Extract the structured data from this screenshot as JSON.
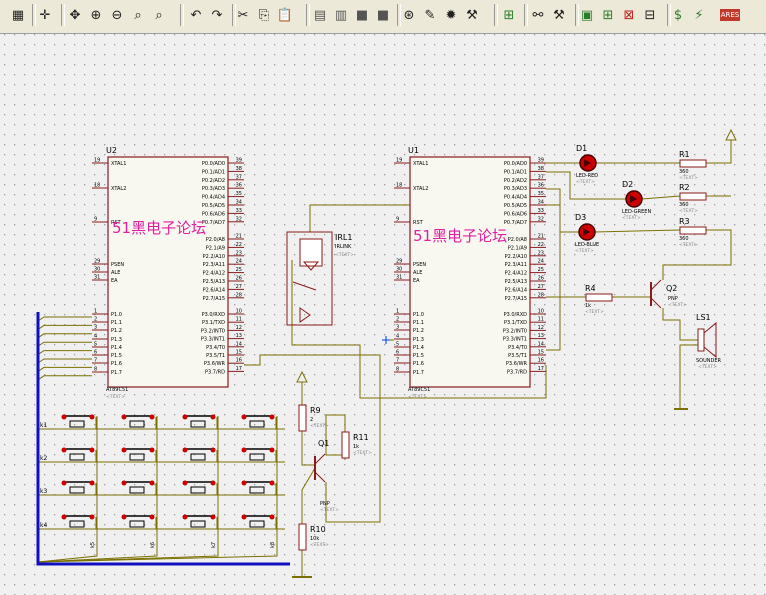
{
  "toolbar": {
    "buttons": [
      {
        "name": "grid-toggle-button",
        "icon": "grid-icon",
        "glyph": "▦"
      },
      {
        "name": "origin-button",
        "icon": "origin-icon",
        "glyph": "✛"
      },
      {
        "name": "pan-button",
        "icon": "pan-icon",
        "glyph": "✥"
      },
      {
        "name": "zoom-in-button",
        "icon": "zoom-in-icon",
        "glyph": "⊕"
      },
      {
        "name": "zoom-out-button",
        "icon": "zoom-out-icon",
        "glyph": "⊖"
      },
      {
        "name": "zoom-all-button",
        "icon": "zoom-all-icon",
        "glyph": "⌕"
      },
      {
        "name": "zoom-area-button",
        "icon": "zoom-area-icon",
        "glyph": "⌕"
      },
      {
        "name": "undo-button",
        "icon": "undo-icon",
        "glyph": "↶"
      },
      {
        "name": "redo-button",
        "icon": "redo-icon",
        "glyph": "↷"
      },
      {
        "name": "cut-button",
        "icon": "cut-icon",
        "glyph": "✂"
      },
      {
        "name": "copy-button",
        "icon": "copy-icon",
        "glyph": "⎘"
      },
      {
        "name": "paste-button",
        "icon": "paste-icon",
        "glyph": "📋"
      },
      {
        "name": "block-copy-button",
        "icon": "block-copy-icon",
        "glyph": "▤"
      },
      {
        "name": "block-move-button",
        "icon": "block-move-icon",
        "glyph": "▥"
      },
      {
        "name": "block-rotate-button",
        "icon": "block-rotate-icon",
        "glyph": "■"
      },
      {
        "name": "block-delete-button",
        "icon": "block-delete-icon",
        "glyph": "■"
      },
      {
        "name": "pick-device-button",
        "icon": "pick-device-icon",
        "glyph": "⊛"
      },
      {
        "name": "make-device-button",
        "icon": "make-device-icon",
        "glyph": "✎"
      },
      {
        "name": "packaging-button",
        "icon": "packaging-icon",
        "glyph": "✹"
      },
      {
        "name": "decompose-button",
        "icon": "decompose-icon",
        "glyph": "⚒"
      },
      {
        "name": "wire-autorouter-button",
        "icon": "wire-autorouter-icon",
        "glyph": "⊞"
      },
      {
        "name": "search-tag-button",
        "icon": "binoculars-icon",
        "glyph": "⚯"
      },
      {
        "name": "property-tool-button",
        "icon": "property-tool-icon",
        "glyph": "⚒"
      },
      {
        "name": "new-sheet-button",
        "icon": "new-sheet-icon",
        "glyph": "▣"
      },
      {
        "name": "add-sheet-button",
        "icon": "add-sheet-icon",
        "glyph": "⊞"
      },
      {
        "name": "remove-sheet-button",
        "icon": "remove-sheet-icon",
        "glyph": "⊠"
      },
      {
        "name": "goto-child-button",
        "icon": "goto-child-icon",
        "glyph": "⊟"
      },
      {
        "name": "bill-of-materials-button",
        "icon": "bom-icon",
        "glyph": "$"
      },
      {
        "name": "electrical-rule-check-button",
        "icon": "erc-icon",
        "glyph": "⚡"
      },
      {
        "name": "netlist-to-ares-button",
        "icon": "ares-icon",
        "glyph": "ARES"
      }
    ]
  },
  "colors": {
    "wire": "#7b7000",
    "component": "#8b1a1a",
    "pin": "#8b1a1a",
    "background": "#f0f0f0",
    "grid": "#9a9a9a",
    "bus": "#1010c0",
    "led_red": "#cc0000",
    "watermark": "#e020a0"
  },
  "u2": {
    "ref": "U2",
    "part": "AT89C51",
    "text": "<TEXT>",
    "left_pins": [
      [
        "19",
        "XTAL1"
      ],
      [
        "18",
        "XTAL2"
      ],
      [
        "9",
        "RST"
      ],
      [
        "29",
        "PSEN"
      ],
      [
        "30",
        "ALE"
      ],
      [
        "31",
        "EA"
      ],
      [
        "1",
        "P1.0"
      ],
      [
        "2",
        "P1.1"
      ],
      [
        "3",
        "P1.2"
      ],
      [
        "4",
        "P1.3"
      ],
      [
        "5",
        "P1.4"
      ],
      [
        "6",
        "P1.5"
      ],
      [
        "7",
        "P1.6"
      ],
      [
        "8",
        "P1.7"
      ]
    ],
    "right_pins": [
      [
        "39",
        "P0.0/AD0"
      ],
      [
        "38",
        "P0.1/AD1"
      ],
      [
        "37",
        "P0.2/AD2"
      ],
      [
        "36",
        "P0.3/AD3"
      ],
      [
        "35",
        "P0.4/AD4"
      ],
      [
        "34",
        "P0.5/AD5"
      ],
      [
        "33",
        "P0.6/AD6"
      ],
      [
        "32",
        "P0.7/AD7"
      ],
      [
        "21",
        "P2.0/A8"
      ],
      [
        "22",
        "P2.1/A9"
      ],
      [
        "23",
        "P2.2/A10"
      ],
      [
        "24",
        "P2.3/A11"
      ],
      [
        "25",
        "P2.4/A12"
      ],
      [
        "26",
        "P2.5/A13"
      ],
      [
        "27",
        "P2.6/A14"
      ],
      [
        "28",
        "P2.7/A15"
      ],
      [
        "10",
        "P3.0/RXD"
      ],
      [
        "11",
        "P3.1/TXD"
      ],
      [
        "12",
        "P3.2/INT0"
      ],
      [
        "13",
        "P3.3/INT1"
      ],
      [
        "14",
        "P3.4/T0"
      ],
      [
        "15",
        "P3.5/T1"
      ],
      [
        "16",
        "P3.6/WR"
      ],
      [
        "17",
        "P3.7/RD"
      ]
    ]
  },
  "u1": {
    "ref": "U1",
    "part": "AT89C51",
    "text": "<TEXT>",
    "left_pins": [
      [
        "19",
        "XTAL1"
      ],
      [
        "18",
        "XTAL2"
      ],
      [
        "9",
        "RST"
      ],
      [
        "29",
        "PSEN"
      ],
      [
        "30",
        "ALE"
      ],
      [
        "31",
        "EA"
      ],
      [
        "1",
        "P1.0"
      ],
      [
        "2",
        "P1.1"
      ],
      [
        "3",
        "P1.2"
      ],
      [
        "4",
        "P1.3"
      ],
      [
        "5",
        "P1.4"
      ],
      [
        "6",
        "P1.5"
      ],
      [
        "7",
        "P1.6"
      ],
      [
        "8",
        "P1.7"
      ]
    ],
    "right_pins": [
      [
        "39",
        "P0.0/AD0"
      ],
      [
        "38",
        "P0.1/AD1"
      ],
      [
        "37",
        "P0.2/AD2"
      ],
      [
        "36",
        "P0.3/AD3"
      ],
      [
        "35",
        "P0.4/AD4"
      ],
      [
        "34",
        "P0.5/AD5"
      ],
      [
        "33",
        "P0.6/AD6"
      ],
      [
        "32",
        "P0.7/AD7"
      ],
      [
        "21",
        "P2.0/A8"
      ],
      [
        "22",
        "P2.1/A9"
      ],
      [
        "23",
        "P2.2/A10"
      ],
      [
        "24",
        "P2.3/A11"
      ],
      [
        "25",
        "P2.4/A12"
      ],
      [
        "26",
        "P2.5/A13"
      ],
      [
        "27",
        "P2.6/A14"
      ],
      [
        "28",
        "P2.7/A15"
      ],
      [
        "10",
        "P3.0/RXD"
      ],
      [
        "11",
        "P3.1/TXD"
      ],
      [
        "12",
        "P3.2/INT0"
      ],
      [
        "13",
        "P3.3/INT1"
      ],
      [
        "14",
        "P3.4/T0"
      ],
      [
        "15",
        "P3.5/T1"
      ],
      [
        "16",
        "P3.6/WR"
      ],
      [
        "17",
        "P3.7/RD"
      ]
    ]
  },
  "watermark": "51黑电子论坛",
  "irl1": {
    "ref": "IRL1",
    "part": "IRLINK",
    "text": "<TEXT>"
  },
  "leds": [
    {
      "ref": "D1",
      "part": "LED-RED",
      "text": "<TEXT>"
    },
    {
      "ref": "D2",
      "part": "LED-GREEN",
      "text": "<TEXT>"
    },
    {
      "ref": "D3",
      "part": "LED-BLUE",
      "text": "<TEXT>"
    }
  ],
  "resistors": [
    {
      "ref": "R1",
      "value": "360",
      "text": "<TEXT>"
    },
    {
      "ref": "R2",
      "value": "360",
      "text": "<TEXT>"
    },
    {
      "ref": "R3",
      "value": "360",
      "text": "<TEXT>"
    },
    {
      "ref": "R4",
      "value": "1k",
      "text": "<TEXT>"
    },
    {
      "ref": "R9",
      "value": "2",
      "text": "<TEXT>"
    },
    {
      "ref": "R11",
      "value": "1k",
      "text": "<TEXT>"
    },
    {
      "ref": "R10",
      "value": "10k",
      "text": "<TEXT>"
    }
  ],
  "q2": {
    "ref": "Q2",
    "part": "PNP",
    "text": "<TEXT>"
  },
  "q1": {
    "ref": "Q1",
    "part": "PNP",
    "text": "<TEXT>"
  },
  "ls1": {
    "ref": "LS1",
    "part": "SOUNDER",
    "text": "<TEXT>"
  },
  "keypad": {
    "row_labels": [
      "k1",
      "k2",
      "k3",
      "k4"
    ],
    "col_labels": [
      "k5",
      "k6",
      "k7",
      "k8"
    ]
  }
}
